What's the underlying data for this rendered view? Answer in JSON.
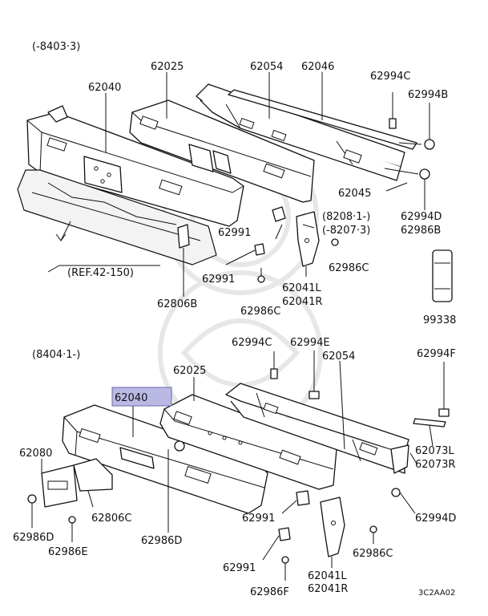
{
  "diagram": {
    "section_top": "(-8403·3)",
    "section_bottom": "(8404·1-)",
    "reference": "(REF.42-150)",
    "footer_code": "3C2AA02",
    "top_labels": {
      "p62040": "62040",
      "p62025": "62025",
      "p62054": "62054",
      "p62046": "62046",
      "p62994c": "62994C",
      "p62994b": "62994B",
      "p62045": "62045",
      "p62994d": "62994D",
      "p62986b": "62986B",
      "range1": "(8208·1-)",
      "range2": "(-8207·3)",
      "p62991a": "62991",
      "p62991b": "62991",
      "p62986c_a": "62986C",
      "p62986c_b": "62986C",
      "p62041l": "62041L",
      "p62041r": "62041R",
      "p62806b": "62806B",
      "p99338": "99338"
    },
    "bottom_labels": {
      "p62040": "62040",
      "p62025": "62025",
      "p62994c": "62994C",
      "p62994e": "62994E",
      "p62054": "62054",
      "p62994f": "62994F",
      "p62073l": "62073L",
      "p62073r": "62073R",
      "p62994d": "62994D",
      "p62080": "62080",
      "p62806c": "62806C",
      "p62986d_a": "62986D",
      "p62986d_b": "62986D",
      "p62986e": "62986E",
      "p62991a": "62991",
      "p62991b": "62991",
      "p62986f": "62986F",
      "p62041l": "62041L",
      "p62041r": "62041R",
      "p62986c": "62986C"
    },
    "highlight_color": "#b9b9e4"
  }
}
